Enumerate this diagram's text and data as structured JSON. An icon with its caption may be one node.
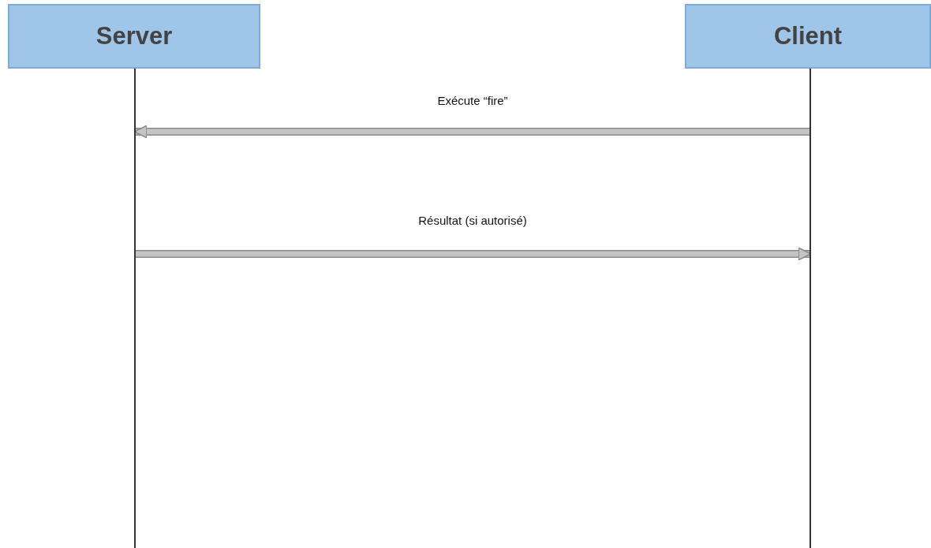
{
  "diagram": {
    "nodes": [
      {
        "text": [
          "Server"
        ]
      },
      {
        "text": [
          "Client"
        ]
      },
      {
        "text": [],
        "shape": "bar"
      },
      {
        "text": [],
        "shape": "bar"
      }
    ],
    "edges": [
      {
        "from": 3,
        "to": 2,
        "arrow": "to",
        "label": "Exécute “fire”"
      },
      {
        "from": 2,
        "to": 3,
        "arrow": "to",
        "label": "Résultat (si autorisé)"
      }
    ]
  }
}
